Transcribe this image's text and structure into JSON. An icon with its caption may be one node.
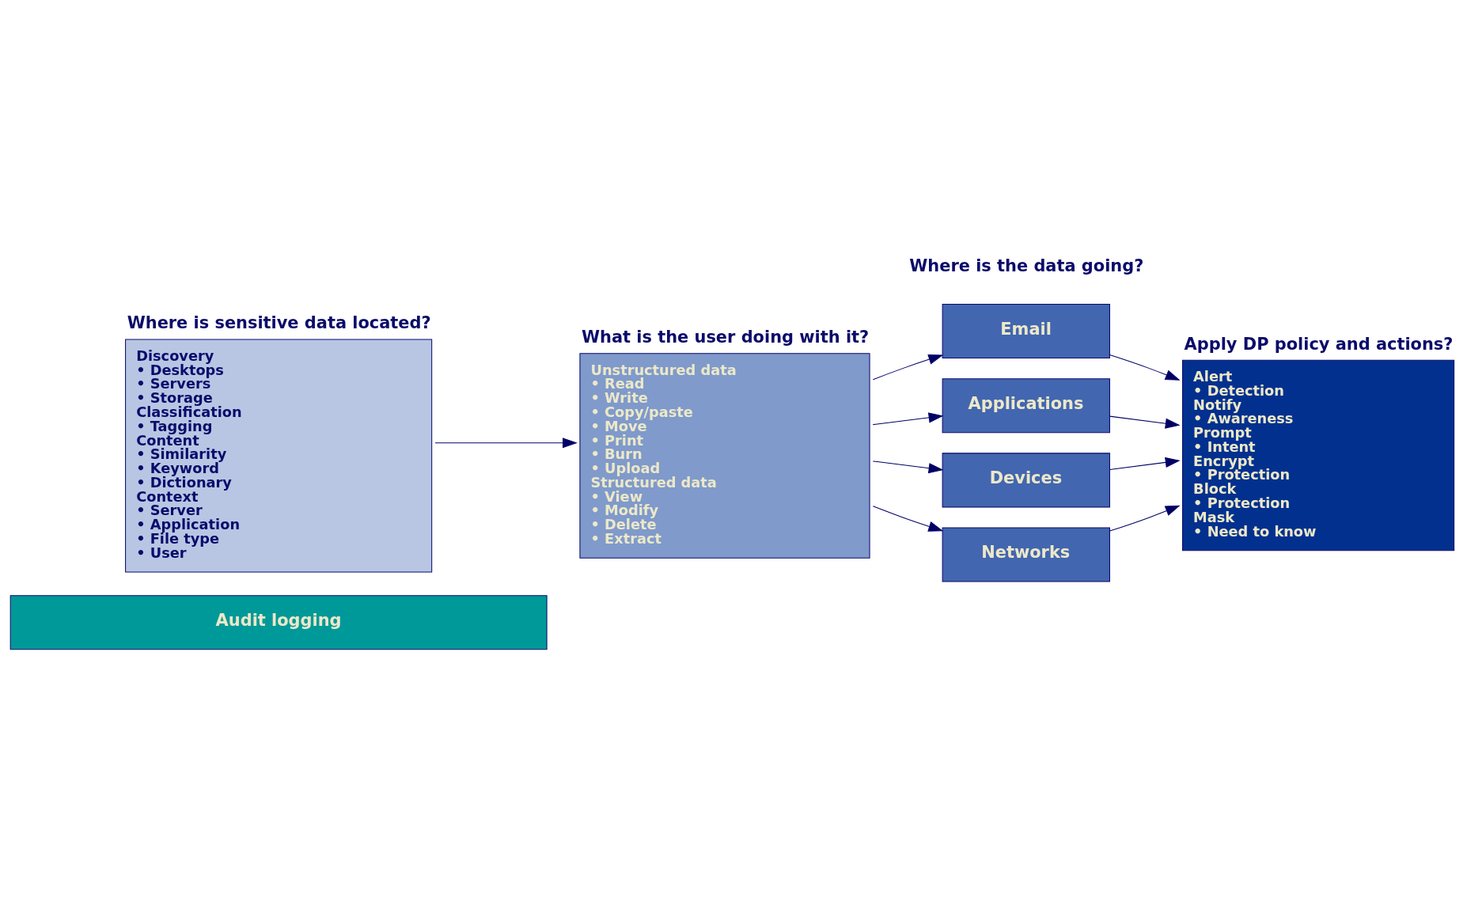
{
  "diagram": {
    "nodes": [
      {
        "text": [
          "Where is sensitive data located?",
          "Discovery",
          "• Desktops",
          "• Servers",
          "• Storage",
          "Classification",
          "• Tagging",
          "Content",
          "• Similarity",
          "• Keyword",
          "• Dictionary",
          "Context",
          "• Server",
          "• Application",
          "• File type",
          "• User"
        ]
      },
      {
        "text": [
          "What is the user doing with it?",
          "Unstructured data",
          "• Read",
          "• Write",
          "• Copy/paste",
          "• Move",
          "• Print",
          "• Burn",
          "• Upload",
          "Structured data",
          "• View",
          "• Modify",
          "• Delete",
          "• Extract"
        ]
      },
      {
        "text": [
          "Email"
        ]
      },
      {
        "text": [
          "Applications"
        ]
      },
      {
        "text": [
          "Devices"
        ]
      },
      {
        "text": [
          "Networks"
        ]
      },
      {
        "text": [
          "Apply DP policy and actions?",
          "Alert",
          "• Detection",
          "Notify",
          "• Awareness",
          "Prompt",
          "• Intent",
          "Encrypt",
          "• Protection",
          "Block",
          "• Protection",
          "Mask",
          "• Need to know"
        ]
      },
      {
        "text": [
          "Audit logging"
        ]
      }
    ],
    "edges": [
      {
        "from": 0,
        "to": 1,
        "arrow": "to"
      },
      {
        "from": 1,
        "to": 2,
        "arrow": "to"
      },
      {
        "from": 1,
        "to": 3,
        "arrow": "to"
      },
      {
        "from": 1,
        "to": 4,
        "arrow": "to"
      },
      {
        "from": 1,
        "to": 5,
        "arrow": "to"
      },
      {
        "from": 2,
        "to": 6,
        "arrow": "to"
      },
      {
        "from": 3,
        "to": 6,
        "arrow": "to"
      },
      {
        "from": 4,
        "to": 6,
        "arrow": "to"
      },
      {
        "from": 5,
        "to": 6,
        "arrow": "to"
      }
    ],
    "labels": [
      "Where is the data going?"
    ]
  }
}
